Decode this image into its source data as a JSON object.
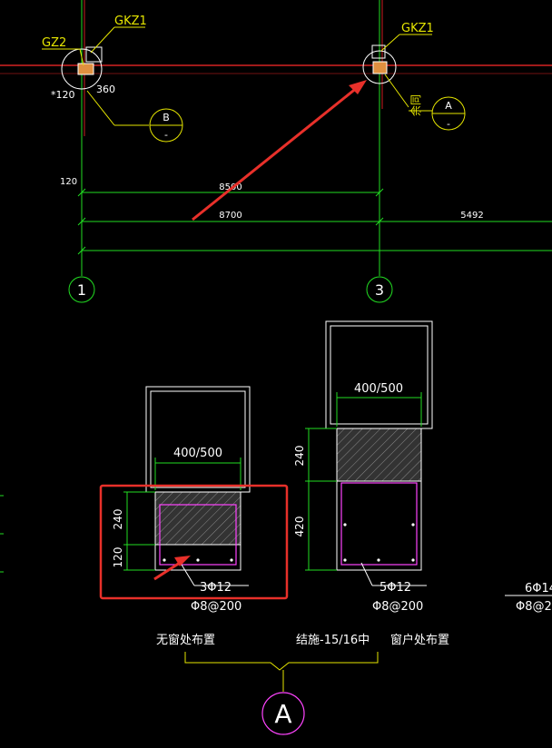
{
  "colors": {
    "background": "#000000",
    "axis_red": "#ff2a2a",
    "dimension_green": "#22dd22",
    "label_yellow": "#e6e600",
    "outline_white": "#ffffff",
    "rebar_magenta": "#ff44ff",
    "highlight_red": "#e8302a"
  },
  "plan": {
    "column_left_code": "GZ2",
    "column_left_gk": "GKZ1",
    "column_right_gk": "GKZ1",
    "dim_left_offset": "*120",
    "dim_left_360": "360",
    "dim_120": "120",
    "dim_8500": "8500",
    "dim_8700": "8700",
    "dim_5492": "5492",
    "callout_b_letter": "B",
    "callout_b_sub": "-",
    "callout_a_letter": "A",
    "callout_a_sub": "-",
    "note_right": "余同",
    "axis_1": "1",
    "axis_3": "3"
  },
  "section_left": {
    "width_label": "400/500",
    "dim_240": "240",
    "dim_120": "120",
    "rebar_main": "3Φ12",
    "stirrup": "Φ8@200"
  },
  "section_right": {
    "width_label": "400/500",
    "dim_240": "240",
    "dim_420": "420",
    "rebar_main": "5Φ12",
    "stirrup": "Φ8@200"
  },
  "partial_right": {
    "rebar": "6Φ14",
    "stirrup": "Φ8@2"
  },
  "captions": {
    "left": "无窗处布置",
    "middle": "结施-15/16中",
    "right": "窗户处布置"
  },
  "detail_mark": {
    "letter": "A",
    "sub": "-"
  }
}
